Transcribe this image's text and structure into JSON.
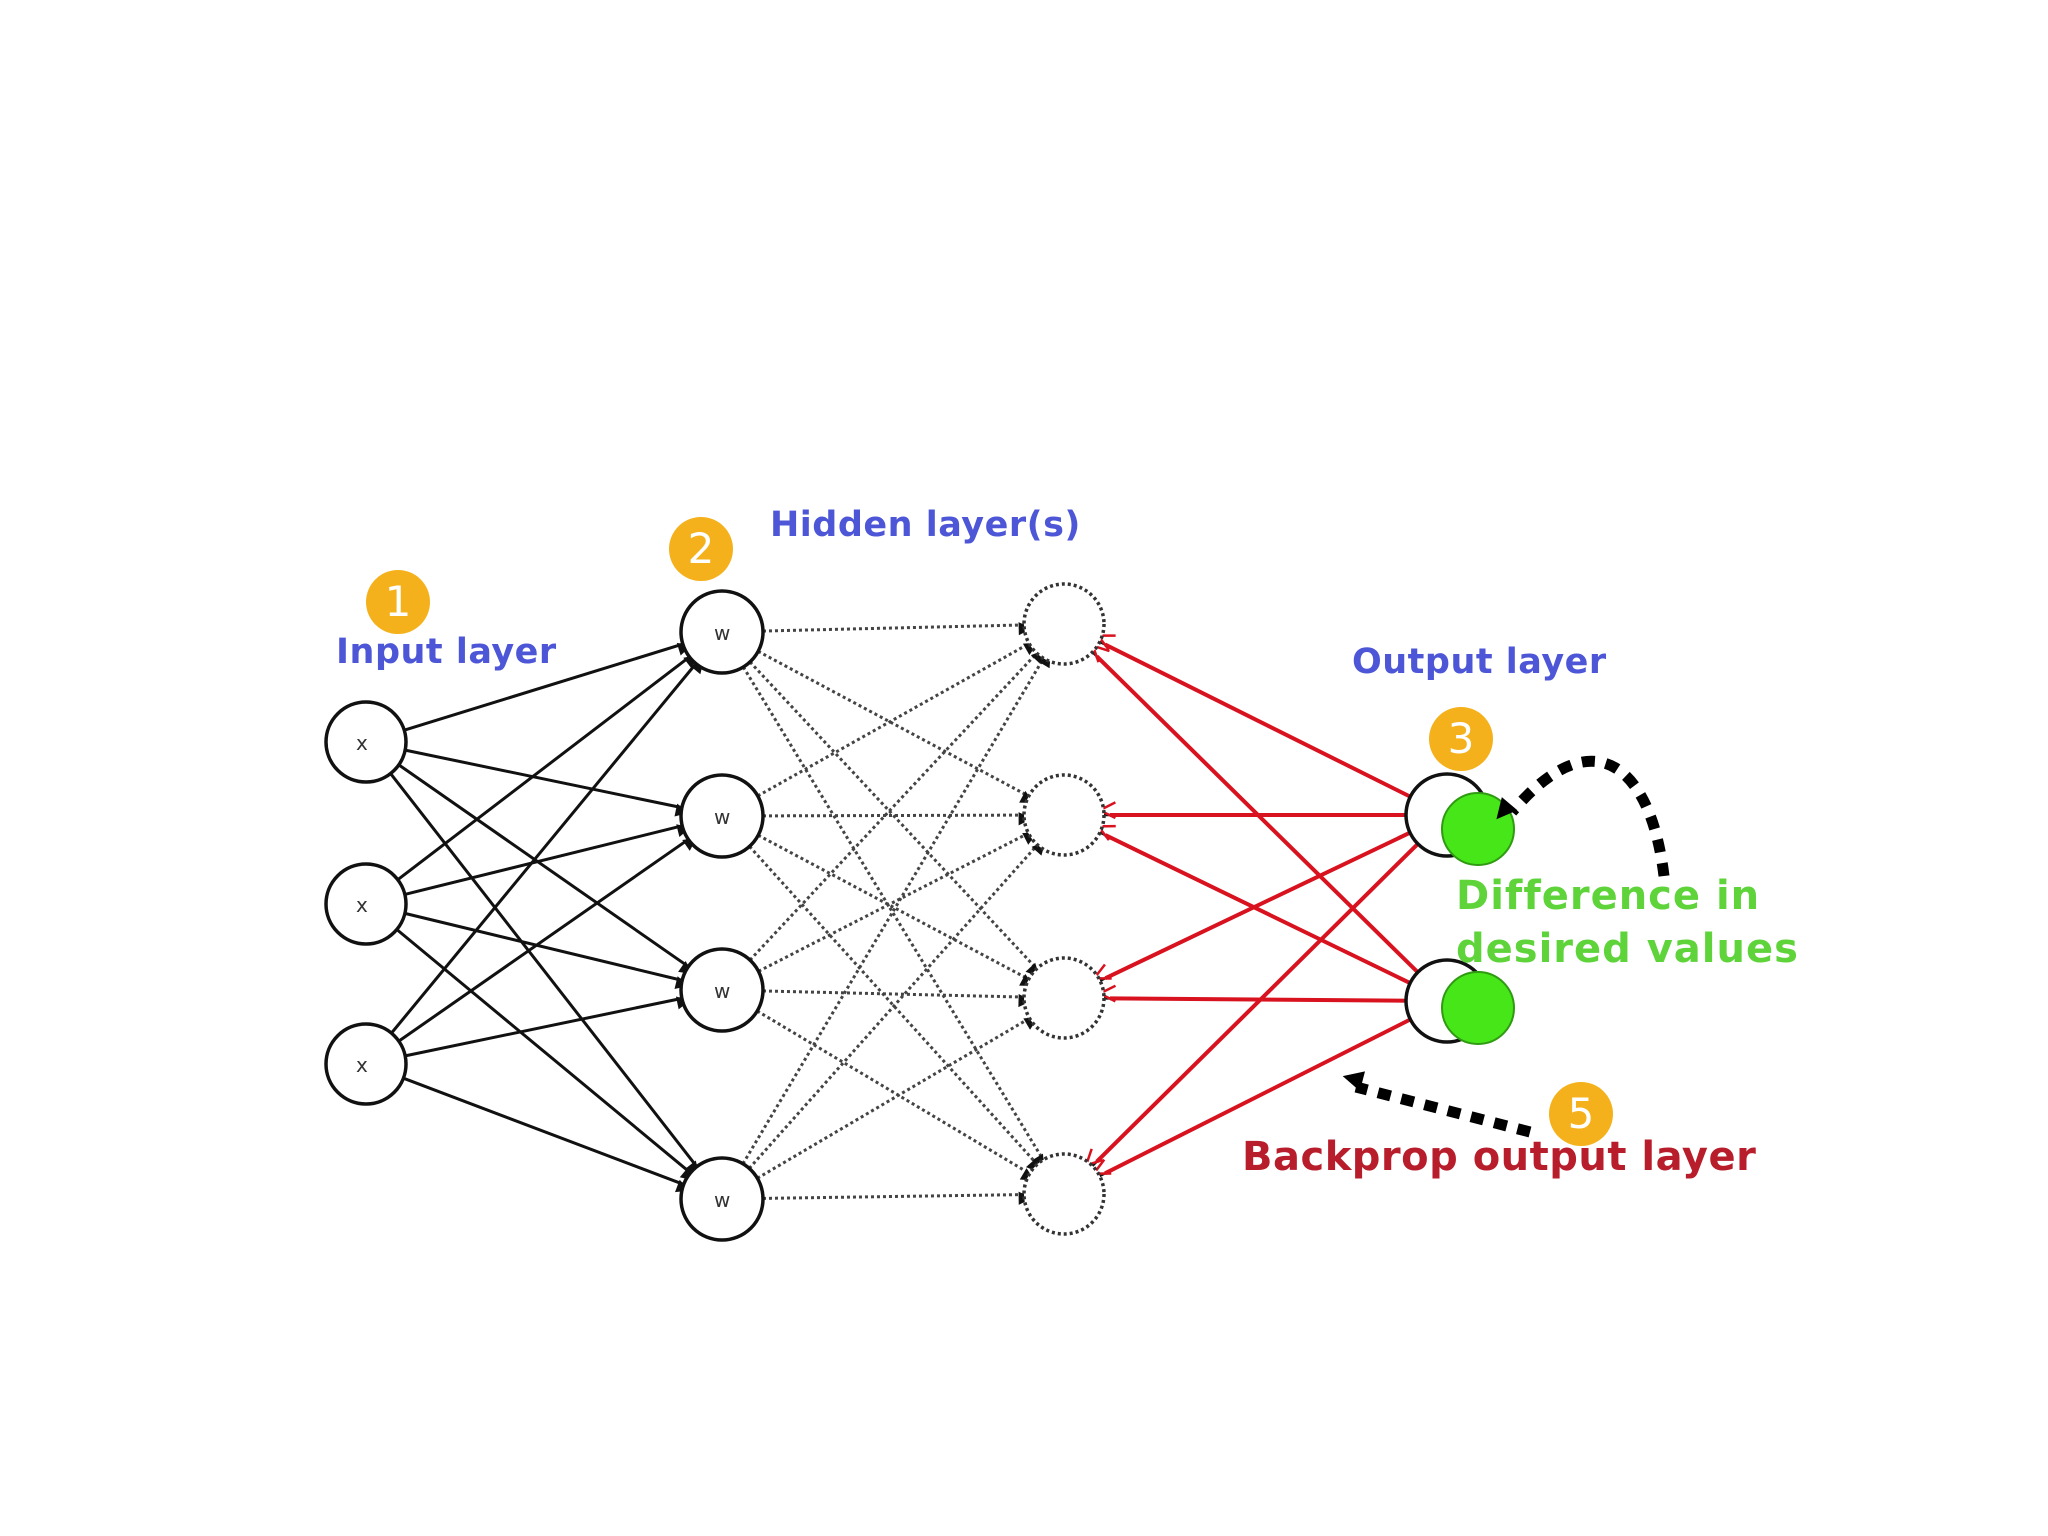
{
  "labels": {
    "hidden": "Hidden layer(s)",
    "input": "Input layer",
    "output": "Output layer",
    "difference_line1": "Difference in",
    "difference_line2": "desired values",
    "backprop": "Backprop output layer"
  },
  "badges": [
    "1",
    "2",
    "3",
    "5"
  ],
  "node_symbols": {
    "input": "x",
    "weight": "w"
  },
  "colors": {
    "label_blue": "#4d56d6",
    "badge_orange": "#f4b11b",
    "output_green": "#46e619",
    "difference_green": "#5ed43a",
    "backprop_red": "#d8121e",
    "backprop_label_red": "#b81d2b",
    "connection_black": "#111111",
    "dotted_gray": "#444444"
  }
}
